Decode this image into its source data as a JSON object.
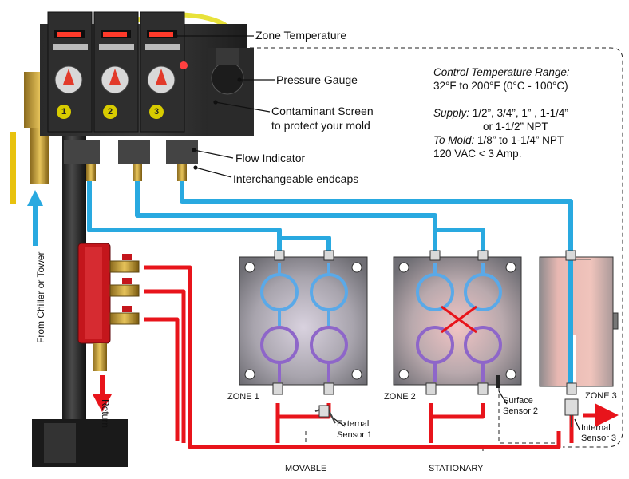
{
  "callouts": {
    "zone_temperature": "Zone Temperature",
    "pressure_gauge": "Pressure Gauge",
    "contaminant_screen_line1": "Contaminant Screen",
    "contaminant_screen_line2": "to protect your mold",
    "flow_indicator": "Flow Indicator",
    "interchangeable_endcaps": "Interchangeable endcaps"
  },
  "specs": {
    "range_title": "Control Temperature Range:",
    "range_value": "32°F to 200°F (0°C - 100°C)",
    "supply_label": "Supply:",
    "supply_value": "1/2”, 3/4”, 1” , 1-1/4”",
    "supply_value2": "or 1-1/2” NPT",
    "to_mold_label": "To Mold:",
    "to_mold_value": "1/8” to 1-1/4” NPT",
    "power": "120 VAC < 3 Amp."
  },
  "zones": {
    "zone1": "ZONE 1",
    "zone2": "ZONE 2",
    "zone3": "ZONE 3"
  },
  "sensors": {
    "external_line1": "External",
    "external_line2": "Sensor 1",
    "surface_line1": "Surface",
    "surface_line2": "Sensor 2",
    "internal_line1": "Internal",
    "internal_line2": "Sensor 3"
  },
  "sections": {
    "movable": "MOVABLE",
    "stationary": "STATIONARY"
  },
  "flow": {
    "from_chiller": "From Chiller or Tower",
    "return": "Return"
  },
  "controller_numbers": [
    "1",
    "2",
    "3"
  ],
  "colors": {
    "supply_line": "#29a9e0",
    "return_line": "#e8141b",
    "manifold": "#c4161c",
    "mold_plate": "#8f8f95"
  }
}
